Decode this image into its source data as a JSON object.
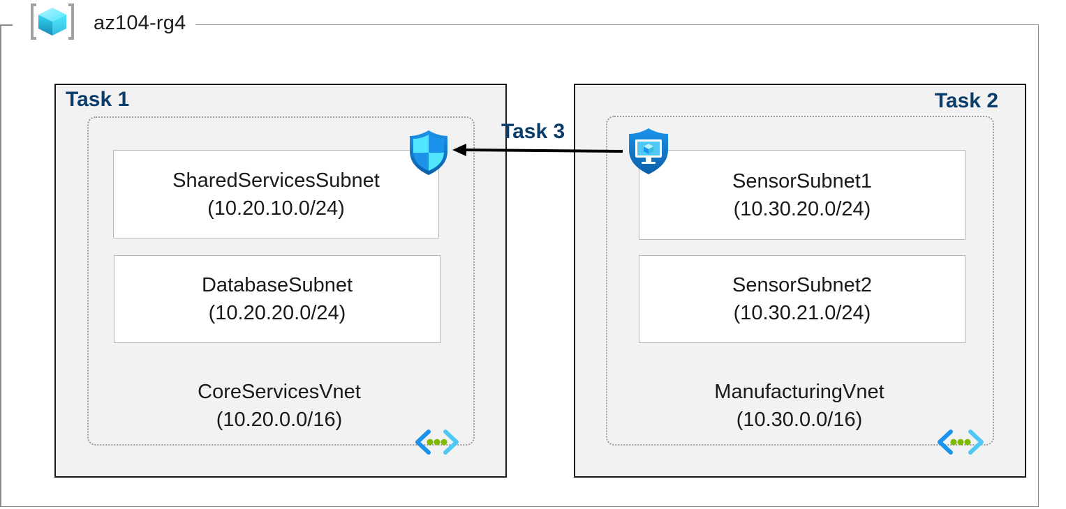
{
  "resource_group": {
    "title": "az104-rg4",
    "icon": "resource-group-icon"
  },
  "task1": {
    "label": "Task 1",
    "vnet_name": "CoreServicesVnet",
    "vnet_cidr": "(10.20.0.0/16)",
    "subnets": [
      {
        "name": "SharedServicesSubnet",
        "cidr": "(10.20.10.0/24)"
      },
      {
        "name": "DatabaseSubnet",
        "cidr": "(10.20.20.0/24)"
      }
    ],
    "nsg_icon": "network-security-group-icon",
    "vnet_icon": "virtual-network-icon"
  },
  "task2": {
    "label": "Task 2",
    "vnet_name": "ManufacturingVnet",
    "vnet_cidr": "(10.30.0.0/16)",
    "subnets": [
      {
        "name": "SensorSubnet1",
        "cidr": "(10.30.20.0/24)"
      },
      {
        "name": "SensorSubnet2",
        "cidr": "(10.30.21.0/24)"
      }
    ],
    "asg_icon": "application-security-group-icon",
    "vnet_icon": "virtual-network-icon"
  },
  "task3": {
    "label": "Task 3"
  },
  "colors": {
    "task_label": "#0b3d6b",
    "task_bg": "#f2f2f2",
    "azure_blue": "#0078d4",
    "azure_light": "#50e6ff",
    "vnet_dots": "#7fba00"
  }
}
